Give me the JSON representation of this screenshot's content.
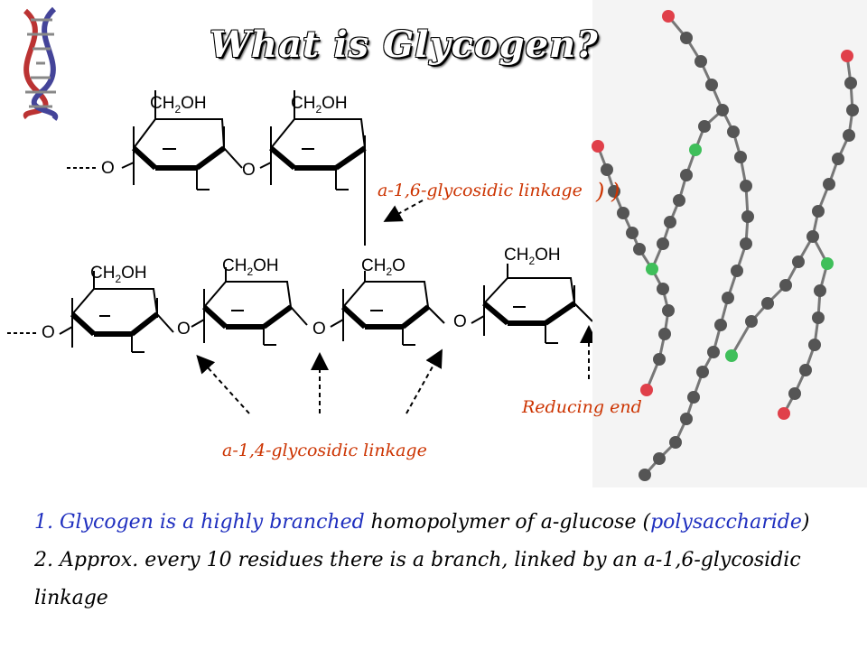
{
  "title": "What is Glycogen?",
  "labels": {
    "a16": "a-1,6-glycosidic linkage",
    "a16_parens": ") )",
    "a14": "a-1,4-glycosidic linkage",
    "reducing_end": "Reducing end"
  },
  "chem": {
    "ch2oh": "CH",
    "sub2": "2",
    "oh": "OH",
    "ch2o_o": "O",
    "o": "O",
    "dashes": "....."
  },
  "notes": {
    "line1_a": "1. Glycogen is a highly branched",
    "line1_b": " homopolymer of a-glucose (",
    "line1_c": "polysaccharide",
    "line1_d": ")",
    "line2": "2. Approx. every 10 residues there is a branch, linked by an a-1,6-glycosidic linkage"
  },
  "colors": {
    "label": "#cc3300",
    "blue_text": "#1f2fbf",
    "node_gray": "#555555",
    "node_green": "#3fbf5a",
    "node_red": "#e0404a"
  }
}
